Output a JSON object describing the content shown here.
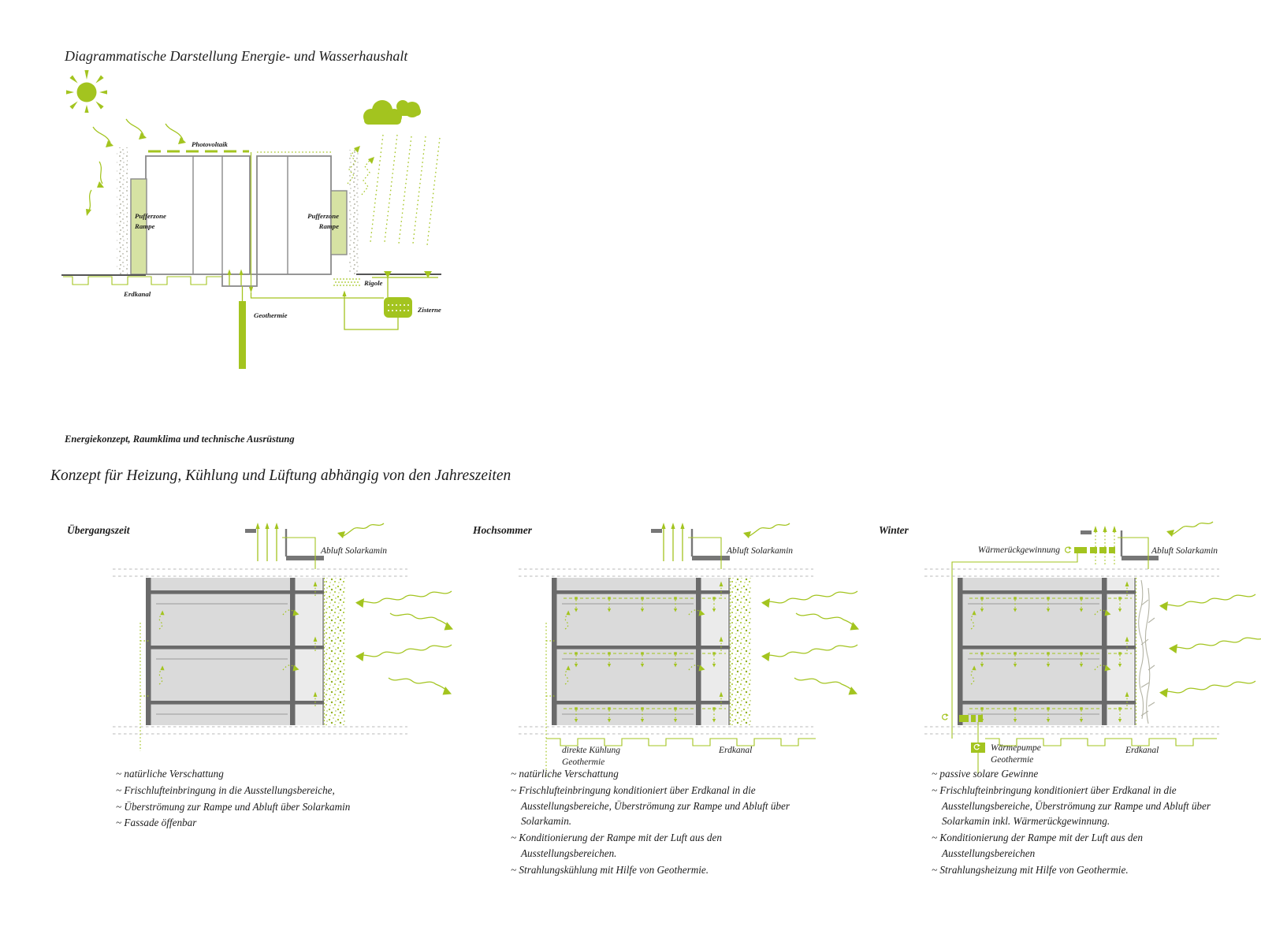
{
  "page": {
    "title": "Diagrammatische Darstellung Energie- und Wasserhaushalt",
    "subtitle": "Energiekonzept, Raumklima und technische Ausrüstung",
    "section_heading": "Konzept für Heizung, Kühlung und Lüftung abhängig von den Jahreszeiten"
  },
  "colors": {
    "green": "#a3c41f",
    "light_green": "#d6e2a3",
    "dark_gray": "#6a6a6a",
    "outline_gray": "#8a8a8a",
    "floor_fill": "#dadada",
    "rampe_fill": "#ebebeb"
  },
  "icons": {
    "sun": "sun-icon",
    "cloud": "cloud-icon",
    "recycle": "recycle-icon"
  },
  "top_diagram": {
    "photovoltaik": "Photovoltaik",
    "pufferzone_line1": "Pufferzone",
    "pufferzone_line2": "Rampe",
    "erdkanal": "Erdkanal",
    "geothermie": "Geothermie",
    "rigole": "Rigole",
    "zisterne": "Zisterne"
  },
  "seasons": [
    {
      "name": "Übergangszeit",
      "abluft": "Abluft Solarkamin",
      "bullets": [
        "~ natürliche Verschattung",
        "~ Frischlufteinbringung in die Ausstellungsbereiche,",
        "~ Überströmung zur Rampe und Abluft über Solarkamin",
        "~ Fassade öffenbar"
      ]
    },
    {
      "name": "Hochsommer",
      "abluft": "Abluft Solarkamin",
      "cooling_line1": "direkte Kühlung",
      "cooling_line2": "Geothermie",
      "erdkanal": "Erdkanal",
      "bullets": [
        "~ natürliche Verschattung",
        "~ Frischlufteinbringung konditioniert über Erdkanal in die Ausstellungsbereiche, Überströmung zur Rampe und Abluft über Solarkamin.",
        "~ Konditionierung der Rampe mit der Luft aus den Ausstellungsbereichen.",
        "~ Strahlungskühlung mit Hilfe von Geothermie."
      ]
    },
    {
      "name": "Winter",
      "abluft": "Abluft Solarkamin",
      "waermerueckgewinnung": "Wärmerückgewinnung",
      "waermepumpe_line1": "Wärmepumpe",
      "waermepumpe_line2": "Geothermie",
      "erdkanal": "Erdkanal",
      "bullets": [
        "~ passive solare Gewinne",
        "~ Frischlufteinbringung konditioniert über Erdkanal in die Ausstellungsbereiche, Überströmung zur Rampe und Abluft über Solarkamin inkl. Wärmerückgewinnung.",
        "~ Konditionierung der Rampe mit der Luft aus den Ausstellungsbereichen",
        "~ Strahlungsheizung mit Hilfe von Geothermie."
      ]
    }
  ]
}
